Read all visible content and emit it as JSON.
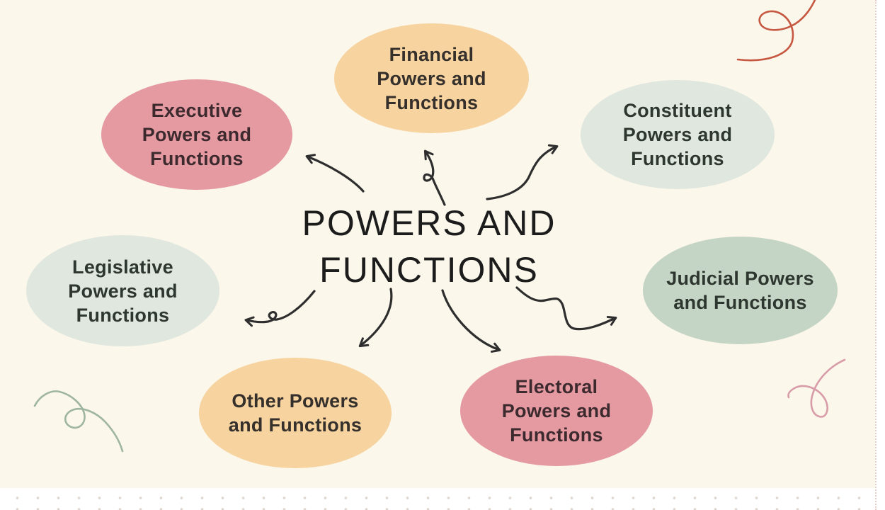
{
  "background": {
    "canvas_color": "#FBF7EB",
    "margin_color": "#FFFFFF",
    "margin_dot_color": "#DCD6CC",
    "margin_border_dot_color": "#E7CFC9"
  },
  "title": {
    "line1": "POWERS AND",
    "line2": "FUNCTIONS",
    "color": "#1C1C1C"
  },
  "nodes": [
    {
      "id": "executive",
      "label": "Executive\nPowers and\nFunctions",
      "fill": "#E59AA2",
      "text_color": "#3C2A2E"
    },
    {
      "id": "financial",
      "label": "Financial\nPowers and\nFunctions",
      "fill": "#F7D3A0",
      "text_color": "#35302B"
    },
    {
      "id": "constituent",
      "label": "Constituent\nPowers and\nFunctions",
      "fill": "#E0E7DE",
      "text_color": "#2E3630"
    },
    {
      "id": "legislative",
      "label": "Legislative\nPowers and\nFunctions",
      "fill": "#E0E7DE",
      "text_color": "#2E3630"
    },
    {
      "id": "judicial",
      "label": "Judicial Powers\nand Functions",
      "fill": "#C5D5C5",
      "text_color": "#2E3630"
    },
    {
      "id": "other",
      "label": "Other Powers\nand Functions",
      "fill": "#F7D3A0",
      "text_color": "#35302B"
    },
    {
      "id": "electoral",
      "label": "Electoral\nPowers and\nFunctions",
      "fill": "#E59AA2",
      "text_color": "#3C2A2E"
    }
  ],
  "arrows": {
    "color": "#2E2E2E",
    "targets": [
      "executive",
      "financial",
      "constituent",
      "legislative",
      "judicial",
      "other",
      "electoral"
    ]
  },
  "decorations": [
    {
      "name": "squiggle-top-right",
      "color": "#C65740"
    },
    {
      "name": "squiggle-bottom-left",
      "color": "#9FB5A1"
    },
    {
      "name": "squiggle-bottom-right",
      "color": "#D89CA8"
    }
  ]
}
